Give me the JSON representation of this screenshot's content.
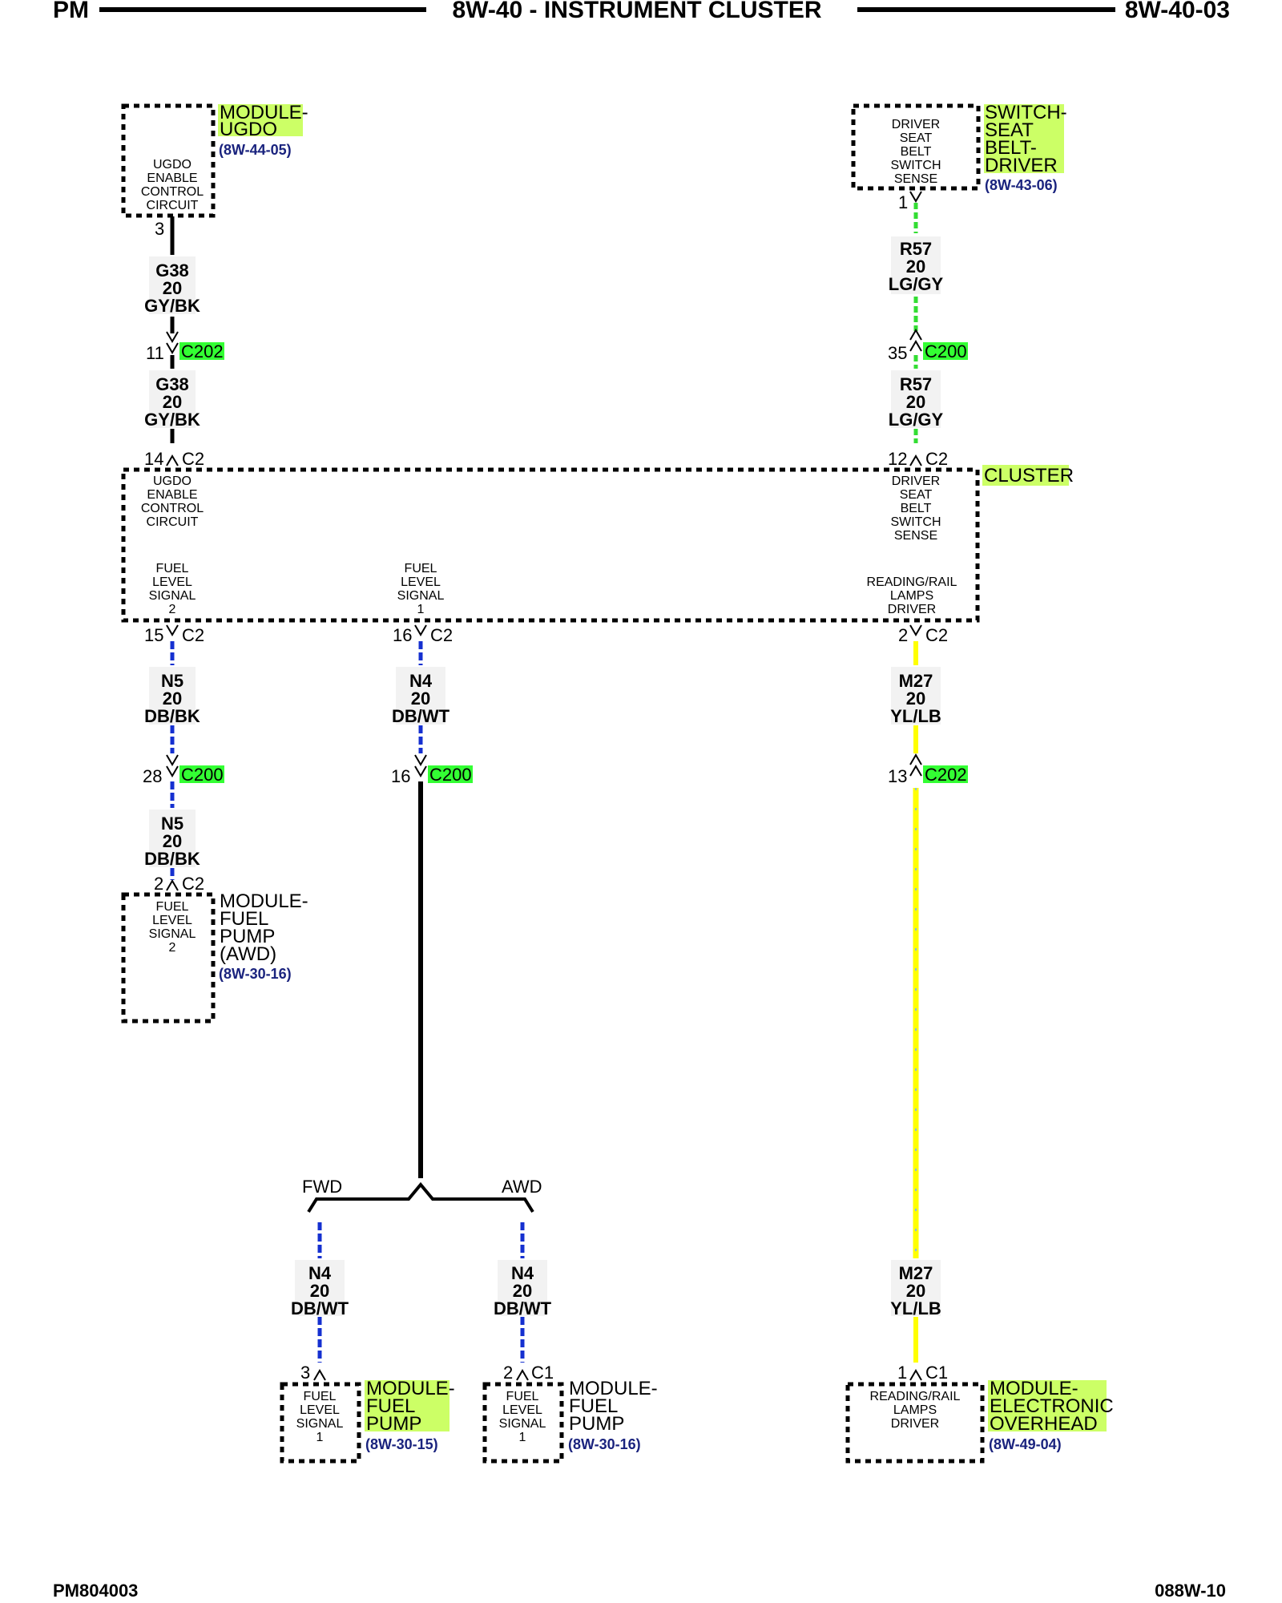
{
  "header": {
    "left": "PM",
    "title": "8W-40 - INSTRUMENT CLUSTER",
    "right": "8W-40-03"
  },
  "footer": {
    "left": "PM804003",
    "right": "088W-10"
  },
  "colors": {
    "highlight_yellow": "#ccff66",
    "highlight_green": "#33ff33",
    "wire_black": "#000000",
    "wire_green": "#33dd33",
    "wire_blue": "#1530d0",
    "wire_yellow": "#ffff00",
    "wire_yellow_tracer": "#88bbdd",
    "ref_text": "#1a237e"
  },
  "components": {
    "ugdo": {
      "name": [
        "MODULE-",
        "UGDO"
      ],
      "ref": "(8W-44-05)",
      "circuit": [
        "UGDO",
        "ENABLE",
        "CONTROL",
        "CIRCUIT"
      ],
      "pin": "3"
    },
    "seatbelt": {
      "name": [
        "SWITCH-",
        "SEAT",
        "BELT-",
        "DRIVER"
      ],
      "ref": "(8W-43-06)",
      "circuit": [
        "DRIVER",
        "SEAT",
        "BELT",
        "SWITCH",
        "SENSE"
      ],
      "pin": "1"
    },
    "cluster": {
      "name": "CLUSTER",
      "ugdo_circuit": [
        "UGDO",
        "ENABLE",
        "CONTROL",
        "CIRCUIT"
      ],
      "seatbelt_circuit": [
        "DRIVER",
        "SEAT",
        "BELT",
        "SWITCH",
        "SENSE"
      ],
      "fuel2": [
        "FUEL",
        "LEVEL",
        "SIGNAL",
        "2"
      ],
      "fuel1": [
        "FUEL",
        "LEVEL",
        "SIGNAL",
        "1"
      ],
      "lamps": [
        "READING/RAIL",
        "LAMPS",
        "DRIVER"
      ]
    },
    "fuel_pump_awd_left": {
      "name": [
        "MODULE-",
        "FUEL",
        "PUMP",
        "(AWD)"
      ],
      "ref": "(8W-30-16)",
      "circuit": [
        "FUEL",
        "LEVEL",
        "SIGNAL",
        "2"
      ]
    },
    "fuel_pump_fwd": {
      "name": [
        "MODULE-",
        "FUEL",
        "PUMP"
      ],
      "ref": "(8W-30-15)",
      "circuit": [
        "FUEL",
        "LEVEL",
        "SIGNAL",
        "1"
      ]
    },
    "fuel_pump_awd": {
      "name": [
        "MODULE-",
        "FUEL",
        "PUMP"
      ],
      "ref": "(8W-30-16)",
      "circuit": [
        "FUEL",
        "LEVEL",
        "SIGNAL",
        "1"
      ]
    },
    "overhead": {
      "name": [
        "MODULE-",
        "ELECTRONIC",
        "OVERHEAD"
      ],
      "ref": "(8W-49-04)",
      "circuit": [
        "READING/RAIL",
        "LAMPS",
        "DRIVER"
      ]
    }
  },
  "wires": {
    "g38": [
      "G38",
      "20",
      "GY/BK"
    ],
    "r57": [
      "R57",
      "20",
      "LG/GY"
    ],
    "n5": [
      "N5",
      "20",
      "DB/BK"
    ],
    "n4": [
      "N4",
      "20",
      "DB/WT"
    ],
    "m27": [
      "M27",
      "20",
      "YL/LB"
    ]
  },
  "connectors": {
    "c202_a": {
      "pin": "11",
      "name": "C202"
    },
    "c200_a": {
      "pin": "35",
      "name": "C200"
    },
    "cl_14": {
      "pin": "14",
      "name": "C2"
    },
    "cl_12": {
      "pin": "12",
      "name": "C2"
    },
    "cl_15": {
      "pin": "15",
      "name": "C2"
    },
    "cl_16": {
      "pin": "16",
      "name": "C2"
    },
    "cl_2": {
      "pin": "2",
      "name": "C2"
    },
    "c200_b": {
      "pin": "28",
      "name": "C200"
    },
    "c200_c": {
      "pin": "16",
      "name": "C200"
    },
    "c202_b": {
      "pin": "13",
      "name": "C202"
    },
    "fp_awd_l": {
      "pin": "2",
      "name": "C2"
    },
    "fp_fwd": {
      "pin": "3"
    },
    "fp_awd": {
      "pin": "2",
      "name": "C1"
    },
    "ovh": {
      "pin": "1",
      "name": "C1"
    }
  },
  "branches": {
    "fwd": "FWD",
    "awd": "AWD"
  }
}
